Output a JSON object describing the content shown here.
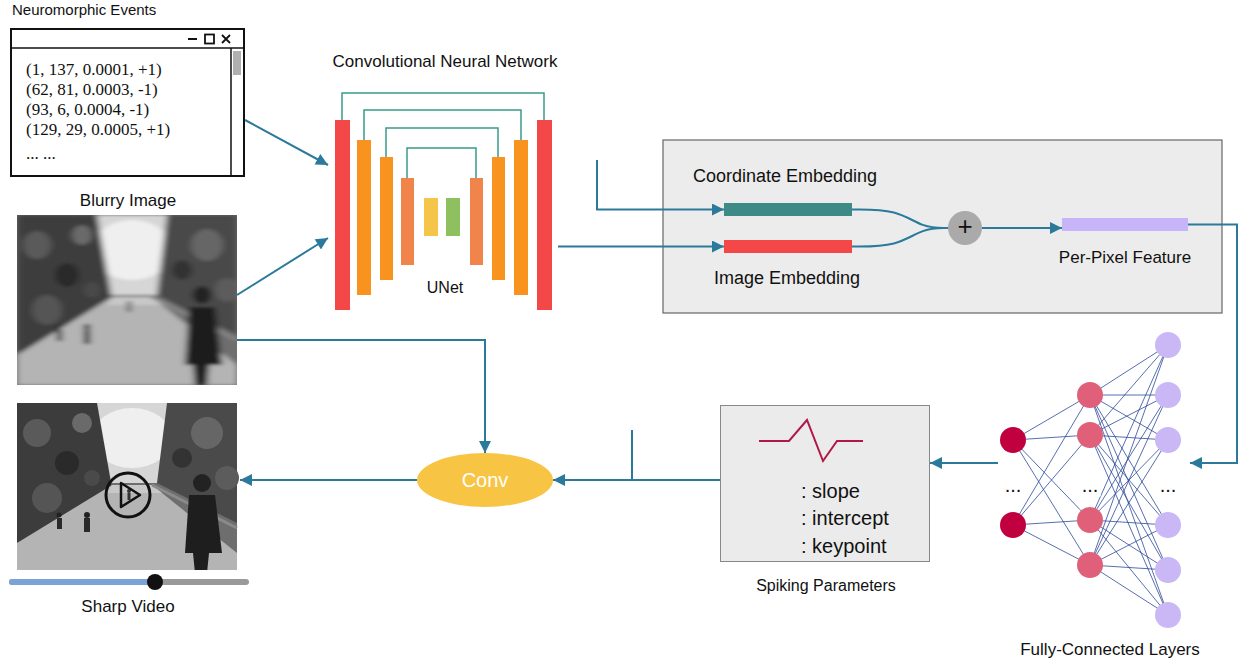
{
  "diagram": {
    "nodes": [
      {
        "text": [
          "Neuromorphic Events",
          "(1, 137, 0.0001, +1)",
          "(62, 81, 0.0003, -1)",
          "(93, 6, 0.0004, -1)",
          "(129, 29, 0.0005, +1)",
          "... ..."
        ]
      },
      {
        "text": [
          "Blurry Image"
        ]
      },
      {
        "text": [
          "Convolutional Neural Network",
          "UNet"
        ]
      },
      {
        "text": [
          "Coordinate Embedding"
        ]
      },
      {
        "text": [
          "Image Embedding"
        ]
      },
      {
        "text": [
          "+"
        ]
      },
      {
        "text": [
          "Per-Pixel Feature"
        ]
      },
      {
        "text": [
          "...",
          "...",
          "...",
          "Fully-Connected Layers"
        ]
      },
      {
        "text": [
          ": slope",
          ": intercept",
          ": keypoint",
          "Spiking Parameters"
        ]
      },
      {
        "text": [
          "Conv"
        ]
      },
      {
        "text": [
          "Sharp Video"
        ]
      }
    ],
    "edges": [
      {
        "from": 0,
        "to": 2,
        "arrow": "to"
      },
      {
        "from": 1,
        "to": 2,
        "arrow": "to"
      },
      {
        "from": 2,
        "to": 4,
        "arrow": "to"
      },
      {
        "from": 3,
        "to": 5,
        "arrow": "none"
      },
      {
        "from": 4,
        "to": 5,
        "arrow": "none"
      },
      {
        "from": 5,
        "to": 6,
        "arrow": "to"
      },
      {
        "from": 6,
        "to": 7,
        "arrow": "to"
      },
      {
        "from": 7,
        "to": 8,
        "arrow": "to"
      },
      {
        "from": 8,
        "to": 9,
        "arrow": "to"
      },
      {
        "from": 1,
        "to": 9,
        "arrow": "to"
      },
      {
        "from": 9,
        "to": 10,
        "arrow": "to"
      }
    ]
  }
}
